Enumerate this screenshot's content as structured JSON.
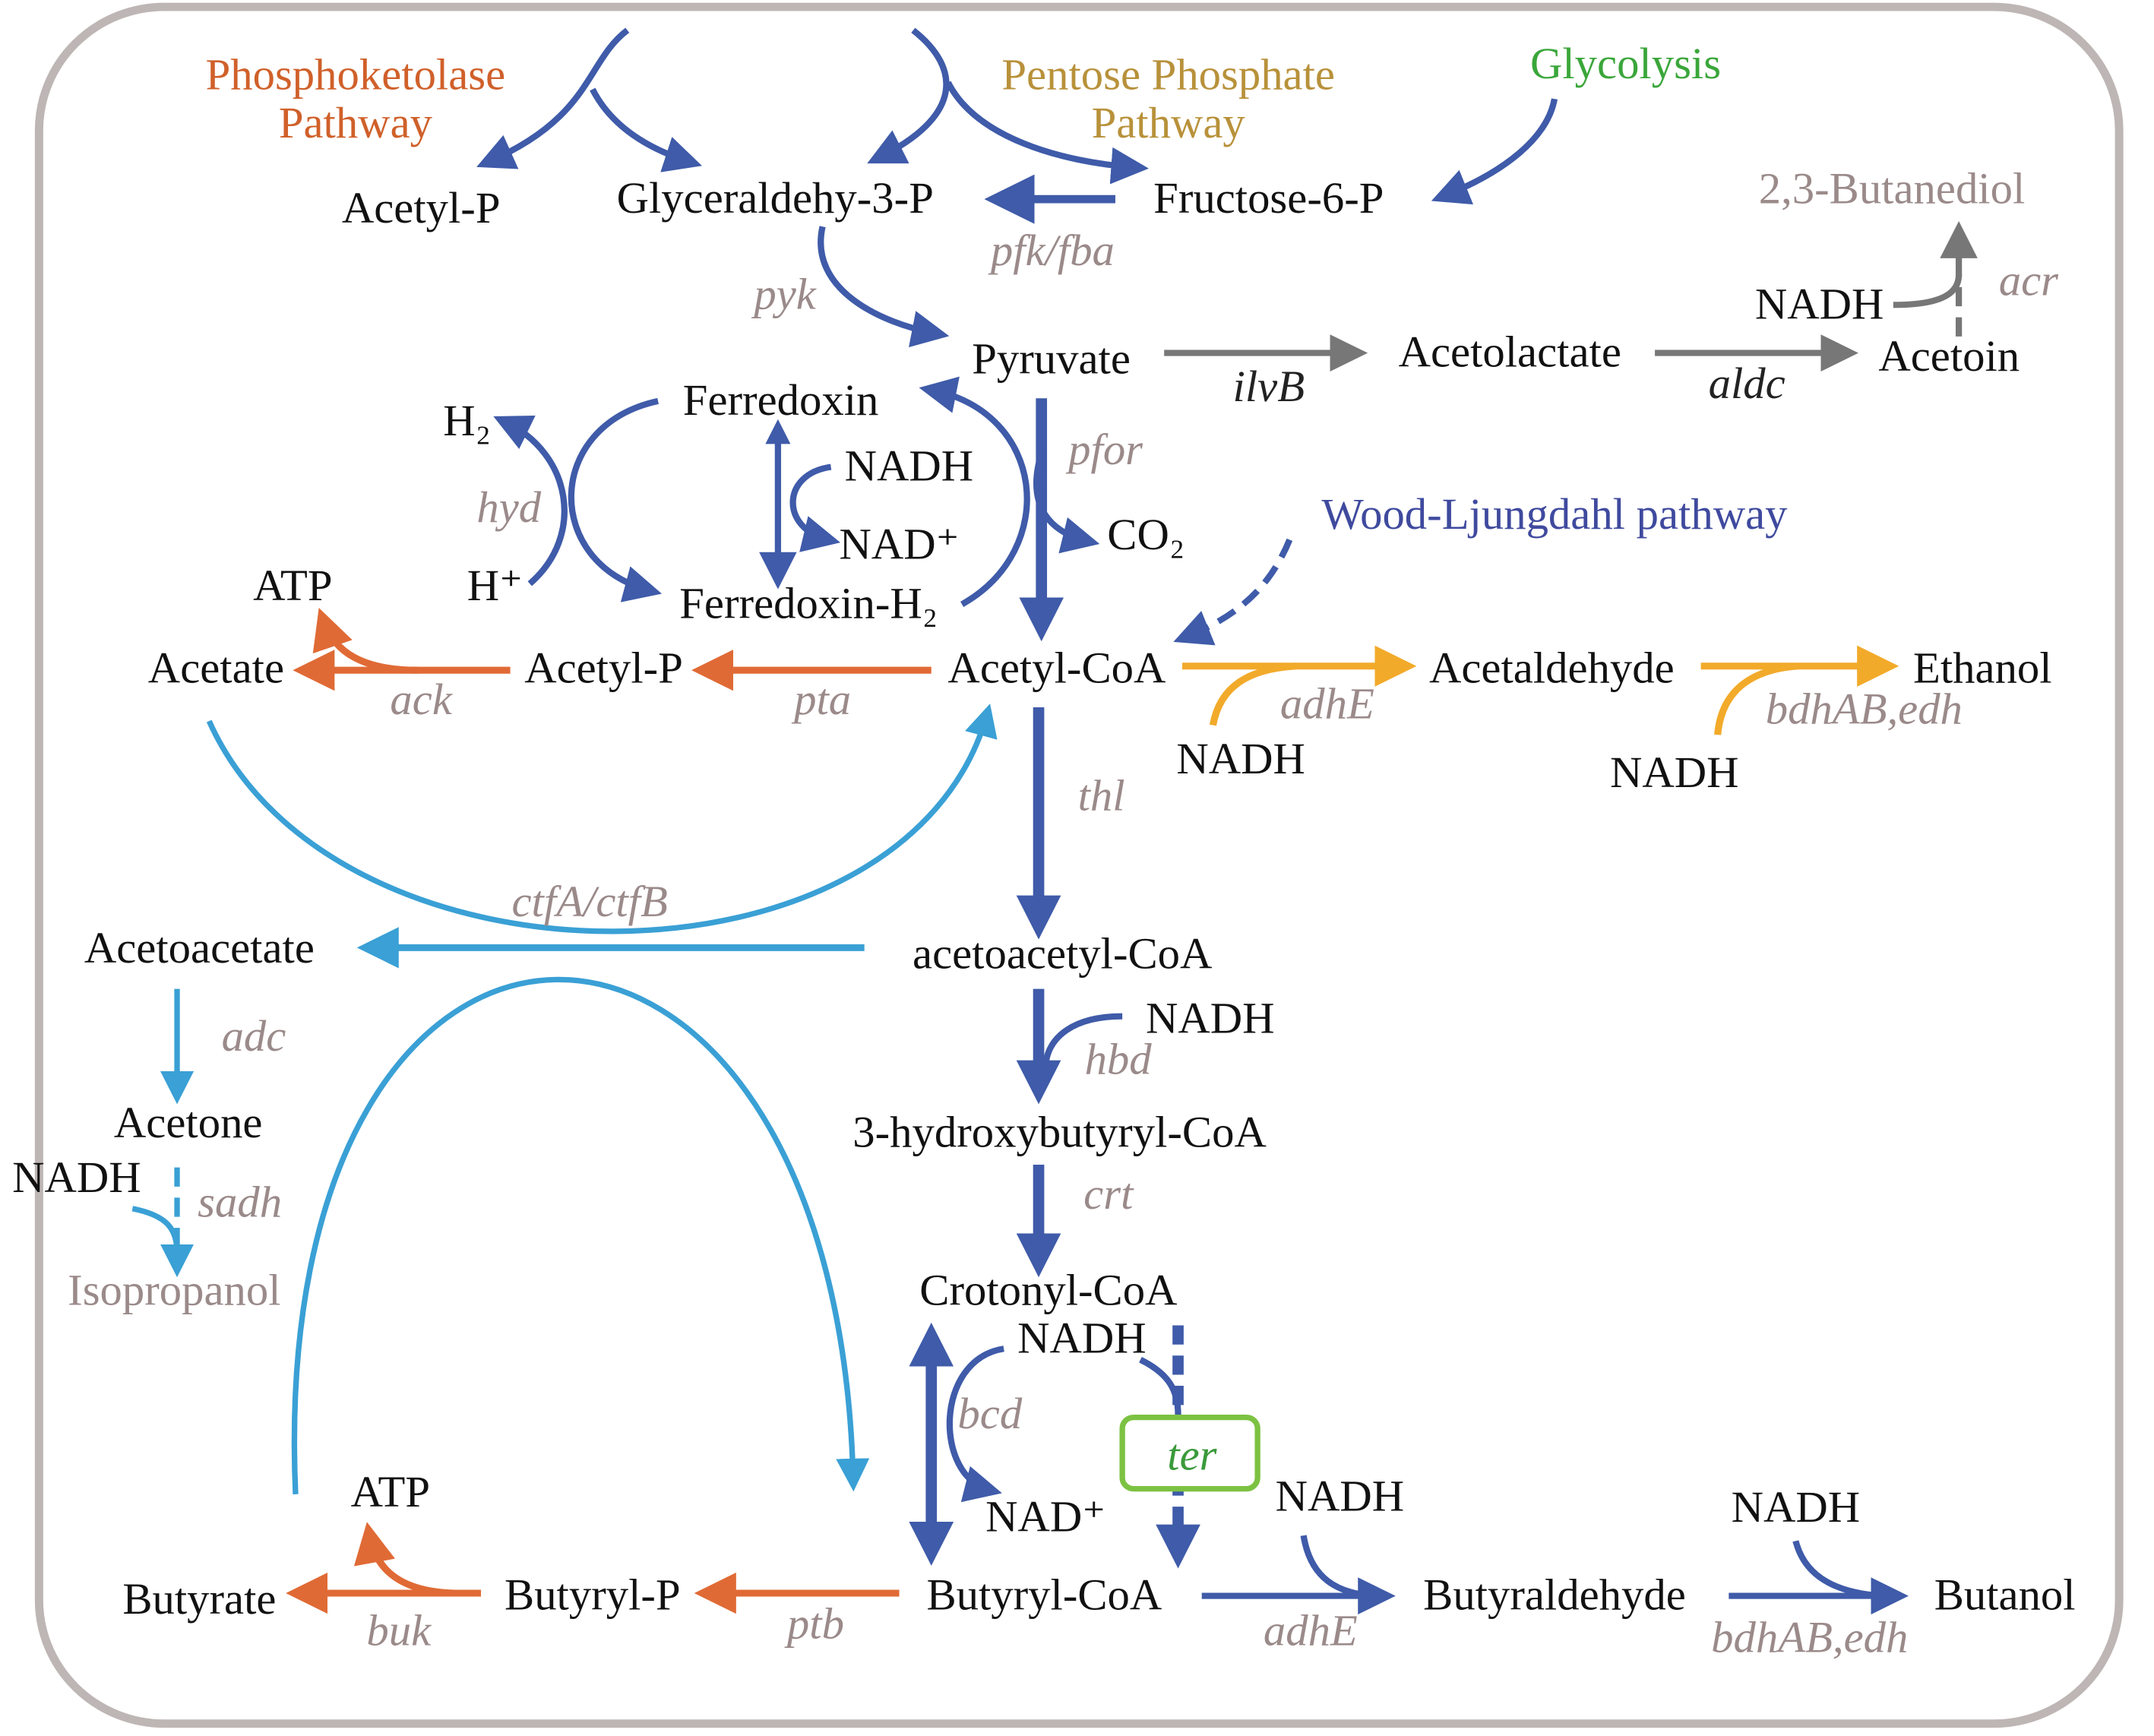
{
  "pathways": {
    "phosphoketolase_1": "Phosphoketolase",
    "phosphoketolase_2": "Pathway",
    "pentose_1": "Pentose Phosphate",
    "pentose_2": "Pathway",
    "glycolysis": "Glycolysis",
    "wood_ljungdahl": "Wood-Ljungdahl pathway"
  },
  "metabolites": {
    "acetyl_p_top": "Acetyl-P",
    "glyceraldehyde": "Glyceraldehy-3-P",
    "fructose": "Fructose-6-P",
    "butanediol": "2,3-Butanediol",
    "acetoin": "Acetoin",
    "pyruvate": "Pyruvate",
    "acetolactate": "Acetolactate",
    "ferredoxin": "Ferredoxin",
    "h2": "H₂",
    "co2": "CO₂",
    "h_plus": "H⁺",
    "ferredoxin_h2": "Ferredoxin-H₂",
    "atp_top": "ATP",
    "acetate": "Acetate",
    "acetyl_p": "Acetyl-P",
    "acetyl_coa": "Acetyl-CoA",
    "acetaldehyde": "Acetaldehyde",
    "ethanol": "Ethanol",
    "acetoacetate": "Acetoacetate",
    "acetoacetyl_coa": "acetoacetyl-CoA",
    "acetone": "Acetone",
    "hydroxybutyryl_coa": "3-hydroxybutyryl-CoA",
    "isopropanol": "Isopropanol",
    "crotonyl_coa": "Crotonyl-CoA",
    "atp_bottom": "ATP",
    "butyrate": "Butyrate",
    "butyryl_p": "Butyryl-P",
    "butyryl_coa": "Butyryl-CoA",
    "butyraldehyde": "Butyraldehyde",
    "butanol": "Butanol"
  },
  "cofactors": {
    "nadh_acetoin": "NADH",
    "nadh_ferredoxin": "NADH",
    "nad_ferredoxin": "NAD⁺",
    "nadh_adhe": "NADH",
    "nadh_bdh": "NADH",
    "nadh_hbd": "NADH",
    "nadh_sadh": "NADH",
    "nadh_bcd": "NADH",
    "nad_bcd": "NAD⁺",
    "nadh_ter": "NADH",
    "nadh_butanol": "NADH"
  },
  "enzymes": {
    "pfk_fba": "pfk/fba",
    "acr": "acr",
    "pyk": "pyk",
    "ilvb": "ilvB",
    "aldc": "aldc",
    "pfor": "pfor",
    "hyd": "hyd",
    "ack": "ack",
    "pta": "pta",
    "adhe_top": "adhE",
    "bdh_top": "bdhAB,edh",
    "thl": "thl",
    "ctf": "ctfA/ctfB",
    "adc": "adc",
    "hbd": "hbd",
    "sadh": "sadh",
    "crt": "crt",
    "bcd": "bcd",
    "ter": "ter",
    "buk": "buk",
    "ptb": "ptb",
    "adhe_bottom": "adhE",
    "bdh_bottom": "bdhAB,edh"
  },
  "colors": {
    "main_flux": "#3f5ba9",
    "acid": "#e06a35",
    "ethanol": "#f2aa2a",
    "acetone": "#3aa0d5",
    "butanediol": "#777777",
    "ter_box": "#7cc242"
  }
}
